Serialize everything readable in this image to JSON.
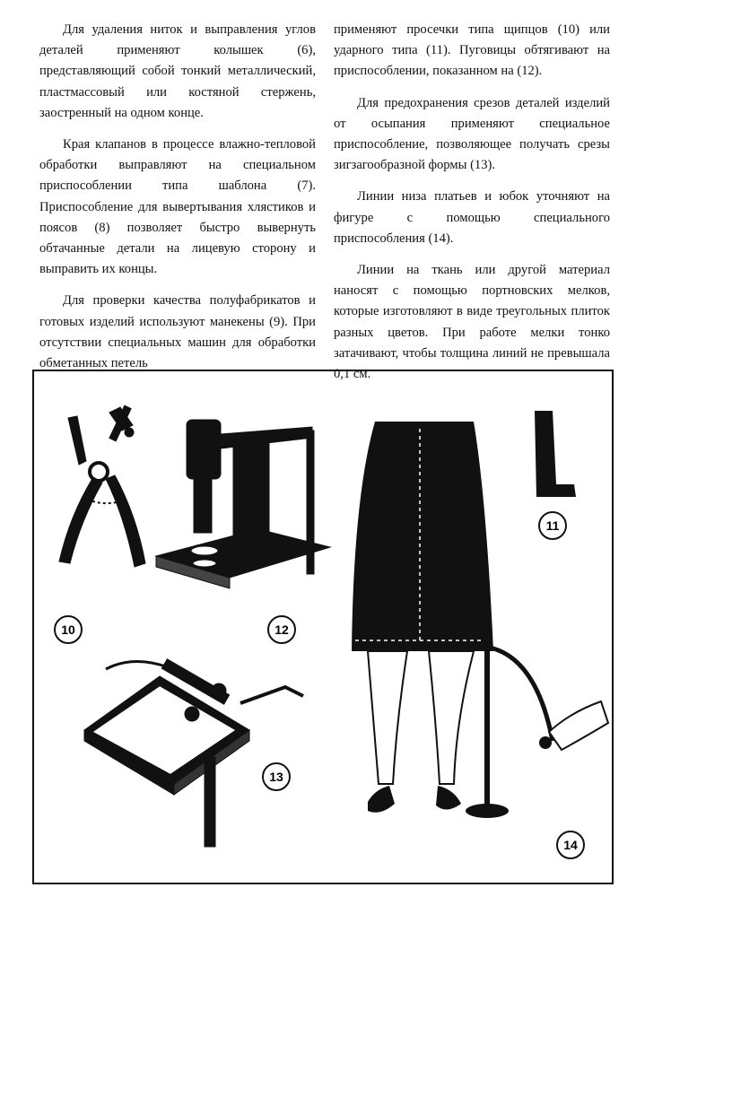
{
  "text": {
    "left": [
      "Для удаления ниток и выправления углов деталей применяют колышек (6), представляющий собой тонкий металлический, пластмассовый или костяной стержень, заостренный на одном конце.",
      "Края клапанов в процессе влажно-тепловой обработки выправляют на специальном приспособлении типа шаблона (7). Приспособление для вывертывания хлястиков и поясов (8) позволяет быстро вывернуть обтачанные детали на лицевую сторону и выправить их концы.",
      "Для проверки качества полуфабрикатов и готовых изделий используют манекены (9). При отсутствии специальных машин для обработки обметанных петель"
    ],
    "right": [
      "применяют просечки типа щипцов (10) или ударного типа (11). Пуговицы обтягивают на приспособлении, показанном на (12).",
      "Для предохранения срезов деталей изделий от осыпания применяют специальное приспособление, позволяющее получать срезы зигзагообразной формы (13).",
      "Линии низа платьев и юбок уточняют на фигуре с помощью специального приспособления (14).",
      "Линии на ткань или другой материал наносят с помощью портновских мелков, которые изготовляют в виде треугольных плиток разных цветов. При работе мелки тонко затачивают, чтобы толщина линий не превышала 0,1 см."
    ]
  },
  "figure": {
    "labels": {
      "n10": "10",
      "n11": "11",
      "n12": "12",
      "n13": "13",
      "n14": "14"
    }
  }
}
